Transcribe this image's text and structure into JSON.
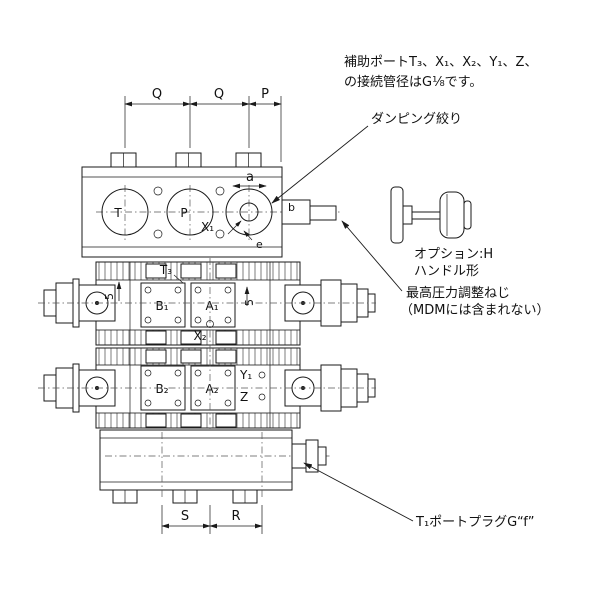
{
  "annotations": {
    "aux1": "補助ポートT₃、X₁、X₂、Y₁、Z、",
    "aux2": "の接続管径はG⅛です。",
    "damping": "ダンピング絞り",
    "option1": "オプション:H",
    "option2": "ハンドル形",
    "pressure1": "最高圧力調整ねじ",
    "pressure2": "（MDMには含まれない）",
    "t1_plug": "T₁ポートプラグG“f”"
  },
  "dims": {
    "q1": "Q",
    "q2": "Q",
    "p": "P",
    "a": "a",
    "b": "b",
    "e": "e",
    "left5": "5",
    "right5": "5",
    "s": "S",
    "r": "R"
  },
  "ports": {
    "t": "T",
    "p": "P",
    "x1": "X₁",
    "t3": "T₃",
    "b1": "B₁",
    "a1": "A₁",
    "x2": "X₂",
    "b2": "B₂",
    "a2": "A₂",
    "y1": "Y₁",
    "z": "Z"
  },
  "colors": {
    "line": "#1a1a1a",
    "centerline": "#555555",
    "background": "#ffffff"
  }
}
